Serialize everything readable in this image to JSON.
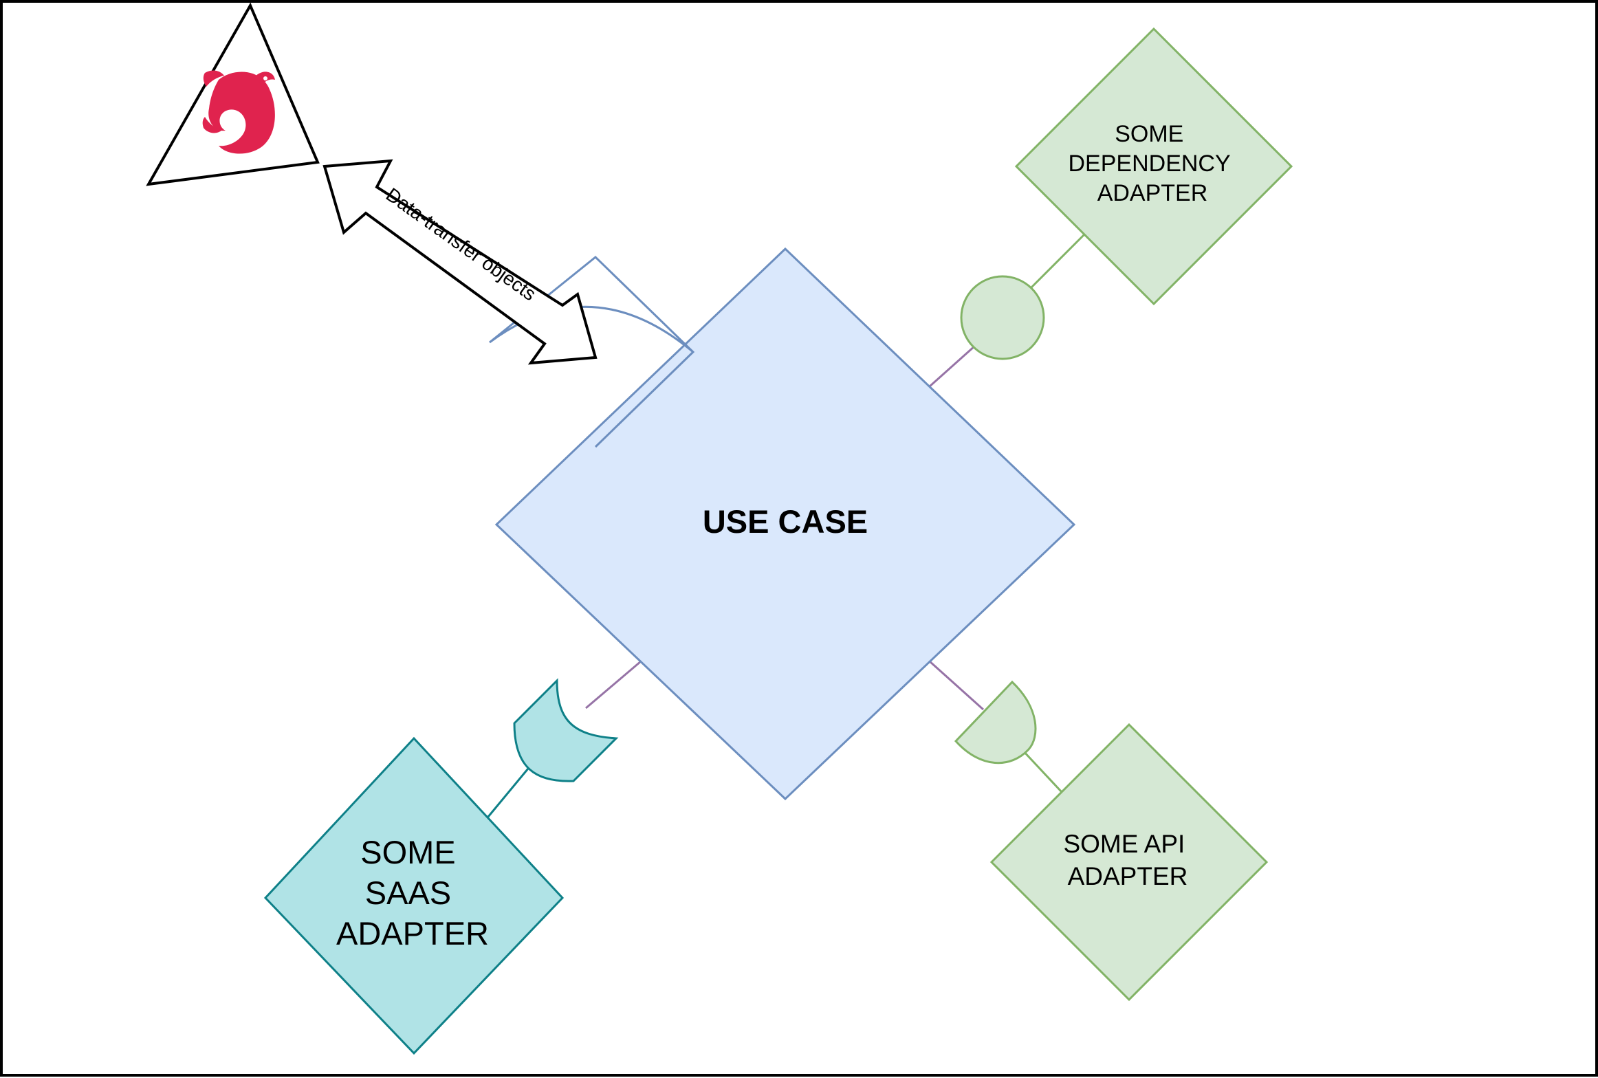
{
  "labels": {
    "use_case": "USE CASE",
    "dependency_adapter": [
      "SOME",
      "DEPENDENCY",
      "ADAPTER"
    ],
    "api_adapter": [
      "SOME API",
      "ADAPTER"
    ],
    "saas_adapter": [
      "SOME",
      "SAAS",
      "ADAPTER"
    ],
    "dto_arrow": "Data-transfer objects"
  },
  "icons": {
    "framework_logo": "nestjs-logo-icon"
  },
  "colors": {
    "use_case_fill": "#dae8fc",
    "use_case_stroke": "#6c8ebf",
    "adapter_green_fill": "#d5e8d4",
    "adapter_green_stroke": "#82b366",
    "adapter_teal_fill": "#b0e3e6",
    "adapter_teal_stroke": "#0e8088",
    "connector_line": "#9673a6",
    "logo_red": "#e0234e",
    "frame": "#000000"
  }
}
